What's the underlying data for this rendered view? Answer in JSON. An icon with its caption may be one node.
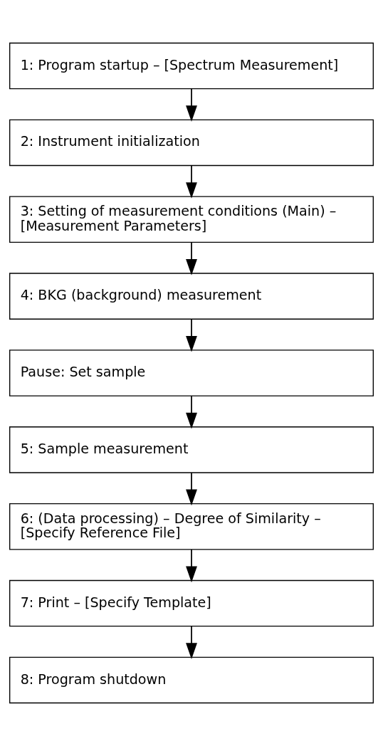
{
  "diagram": {
    "nodes": [
      {
        "text": [
          "1: Program startup – [Spectrum Measurement]"
        ]
      },
      {
        "text": [
          "2: Instrument initialization"
        ]
      },
      {
        "text": [
          "3: Setting of measurement conditions (Main) – [Measurement Parameters]"
        ]
      },
      {
        "text": [
          "4: BKG (background) measurement"
        ]
      },
      {
        "text": [
          "Pause: Set sample"
        ]
      },
      {
        "text": [
          "5: Sample measurement"
        ]
      },
      {
        "text": [
          "6: (Data processing) – Degree of Similarity – [Specify Reference File]"
        ]
      },
      {
        "text": [
          "7: Print – [Specify Template]"
        ]
      },
      {
        "text": [
          "8: Program shutdown"
        ]
      }
    ],
    "edges": [
      {
        "from": 0,
        "to": 1,
        "arrow": "to"
      },
      {
        "from": 1,
        "to": 2,
        "arrow": "to"
      },
      {
        "from": 2,
        "to": 3,
        "arrow": "to"
      },
      {
        "from": 3,
        "to": 4,
        "arrow": "to"
      },
      {
        "from": 4,
        "to": 5,
        "arrow": "to"
      },
      {
        "from": 5,
        "to": 6,
        "arrow": "to"
      },
      {
        "from": 6,
        "to": 7,
        "arrow": "to"
      },
      {
        "from": 7,
        "to": 8,
        "arrow": "to"
      }
    ]
  }
}
